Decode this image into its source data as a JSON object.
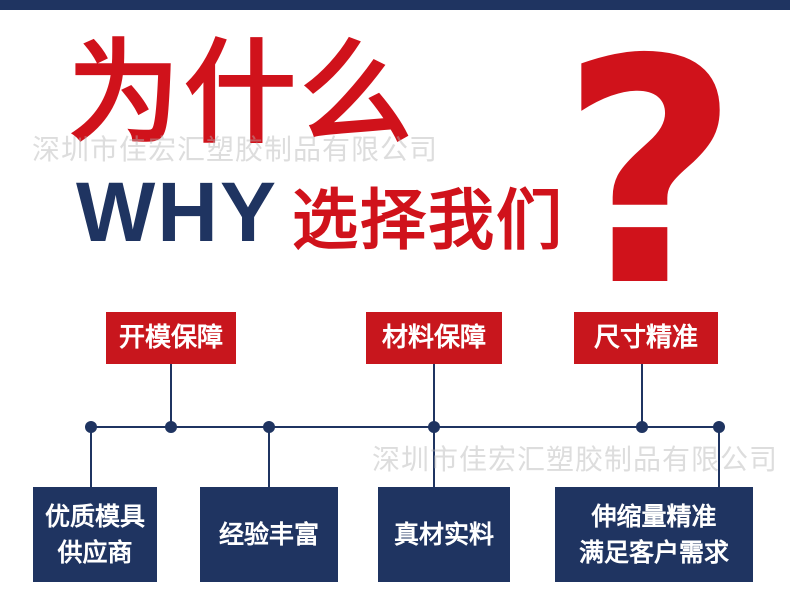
{
  "headline": {
    "title_cn": "为什么",
    "title_en": "WHY",
    "subtitle_cn": "选择我们",
    "question_mark": "?"
  },
  "watermark": "深圳市佳宏汇塑胶制品有限公司",
  "tags": [
    {
      "label": "开模保障"
    },
    {
      "label": "材料保障"
    },
    {
      "label": "尺寸精准"
    }
  ],
  "boxes": [
    {
      "line1": "优质模具",
      "line2": "供应商"
    },
    {
      "line1": "经验丰富",
      "line2": ""
    },
    {
      "line1": "真材实料",
      "line2": ""
    },
    {
      "line1": "伸缩量精准",
      "line2": "满足客户需求"
    }
  ],
  "colors": {
    "red": "#c8161d",
    "navy": "#1f3461",
    "line": "#1f3461"
  }
}
